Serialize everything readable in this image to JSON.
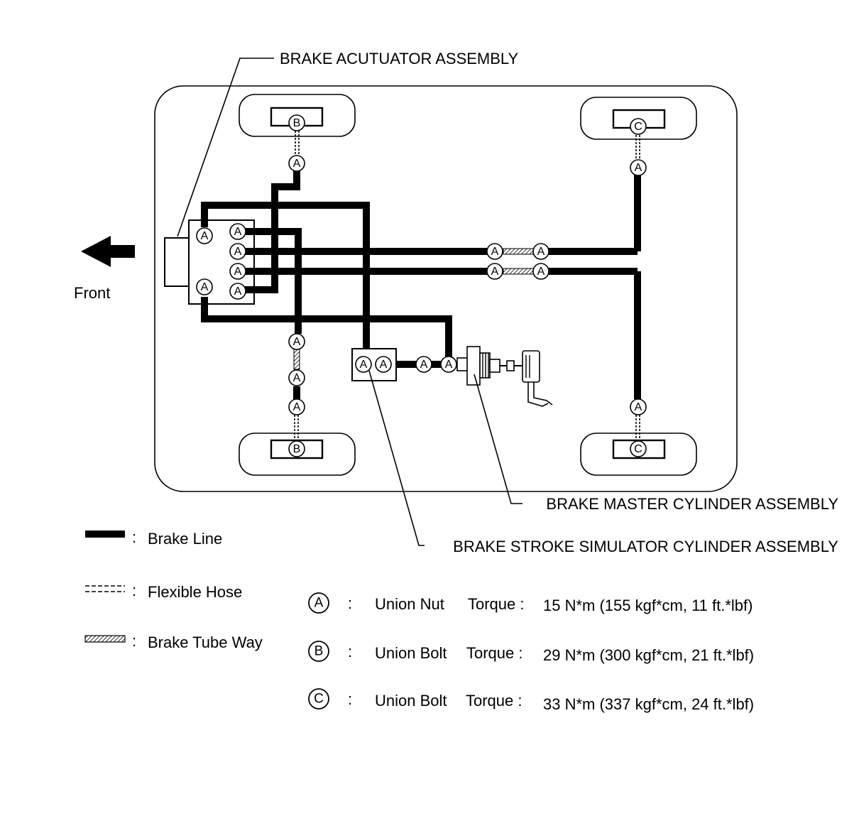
{
  "labels": {
    "actuator": "BRAKE ACUTUATOR ASSEMBLY",
    "master_cylinder": "BRAKE MASTER CYLINDER ASSEMBLY",
    "stroke_simulator": "BRAKE STROKE SIMULATOR CYLINDER ASSEMBLY",
    "front": "Front"
  },
  "markers": {
    "a": "A",
    "b": "B",
    "c": "C"
  },
  "legend": [
    {
      "symbol": "brake-line",
      "sep": ":",
      "text": "Brake Line"
    },
    {
      "symbol": "flexible-hose",
      "sep": ":",
      "text": "Flexible Hose"
    },
    {
      "symbol": "brake-tube-way",
      "sep": ":",
      "text": "Brake Tube Way"
    }
  ],
  "torque_table": [
    {
      "mark": "A",
      "sep": ":",
      "type": "Union Nut",
      "torque_label": "Torque :",
      "value": "15 N*m (155 kgf*cm, 11 ft.*lbf)"
    },
    {
      "mark": "B",
      "sep": ":",
      "type": "Union Bolt",
      "torque_label": "Torque :",
      "value": "29 N*m (300 kgf*cm, 21 ft.*lbf)"
    },
    {
      "mark": "C",
      "sep": ":",
      "type": "Union Bolt",
      "torque_label": "Torque :",
      "value": "33 N*m (337 kgf*cm, 24 ft.*lbf)"
    }
  ]
}
